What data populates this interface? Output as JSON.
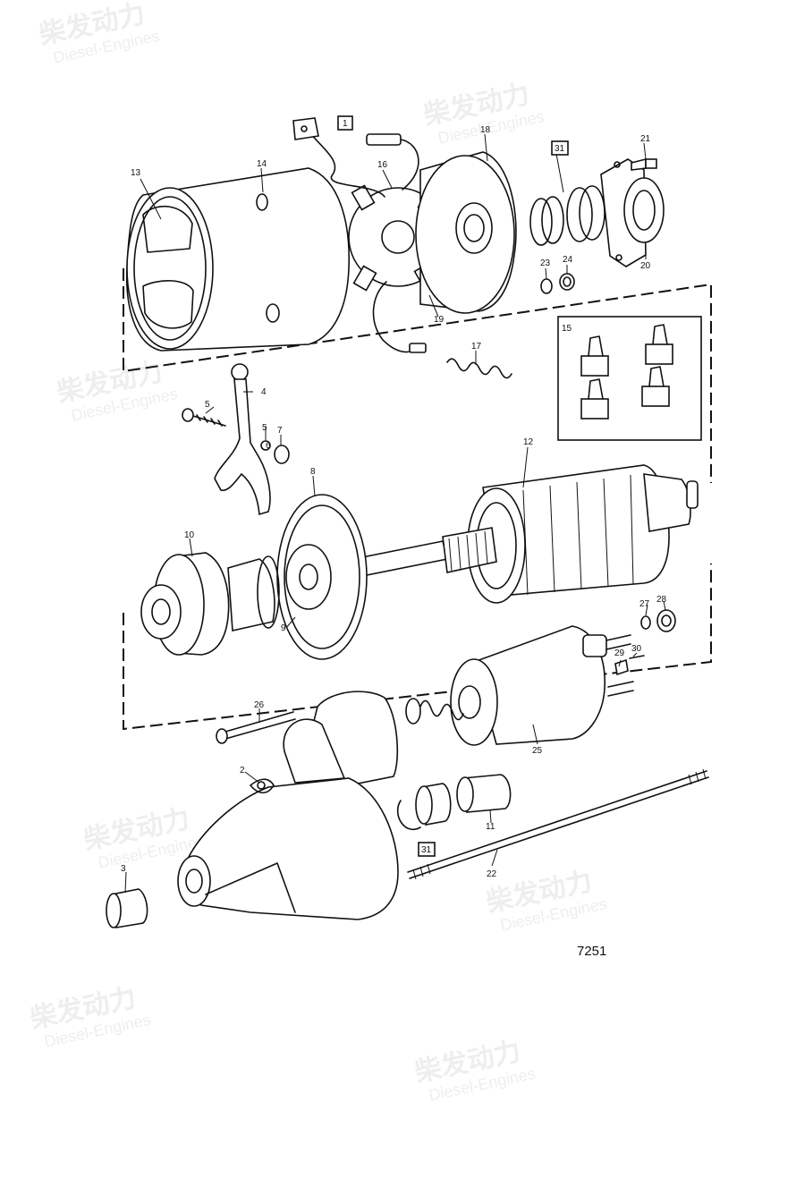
{
  "figure_number": "7251",
  "boxed_labels": {
    "top": "1",
    "spring_kit": "31",
    "lower_kit": "31"
  },
  "part_labels": {
    "p2": "2",
    "p3": "3",
    "p4": "4",
    "p5a": "5",
    "p5b": "5",
    "p6": "6",
    "p7": "7",
    "p8": "8",
    "p9": "9",
    "p10": "10",
    "p11": "11",
    "p12": "12",
    "p13": "13",
    "p14": "14",
    "p15": "15",
    "p16": "16",
    "p17": "17",
    "p18": "18",
    "p19": "19",
    "p20": "20",
    "p21": "21",
    "p22": "22",
    "p23": "23",
    "p24": "24",
    "p25": "25",
    "p26": "26",
    "p27": "27",
    "p28": "28",
    "p29": "29",
    "p30": "30"
  },
  "watermark": {
    "brand": "柴发动力",
    "subtitle": "Diesel-Engines"
  },
  "colors": {
    "line": "#111111",
    "background": "#ffffff",
    "watermark": "#8a8a8a"
  }
}
